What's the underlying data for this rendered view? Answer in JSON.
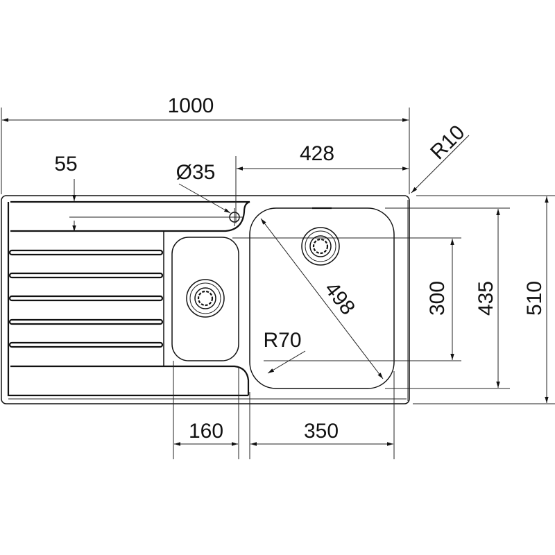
{
  "title": "Sink dimension drawing",
  "dimensions": {
    "overall_width": "1000",
    "main_bowl_offset": "428",
    "drainer_strip": "55",
    "tap_hole": "Ø35",
    "corner_radius": "R10",
    "bowl_diagonal": "498",
    "bowl_radius": "R70",
    "small_bowl_depth": "300",
    "main_bowl_depth": "435",
    "overall_depth": "510",
    "small_bowl_width": "160",
    "main_bowl_width": "350"
  },
  "colors": {
    "line": "#111111",
    "background": "#ffffff"
  }
}
